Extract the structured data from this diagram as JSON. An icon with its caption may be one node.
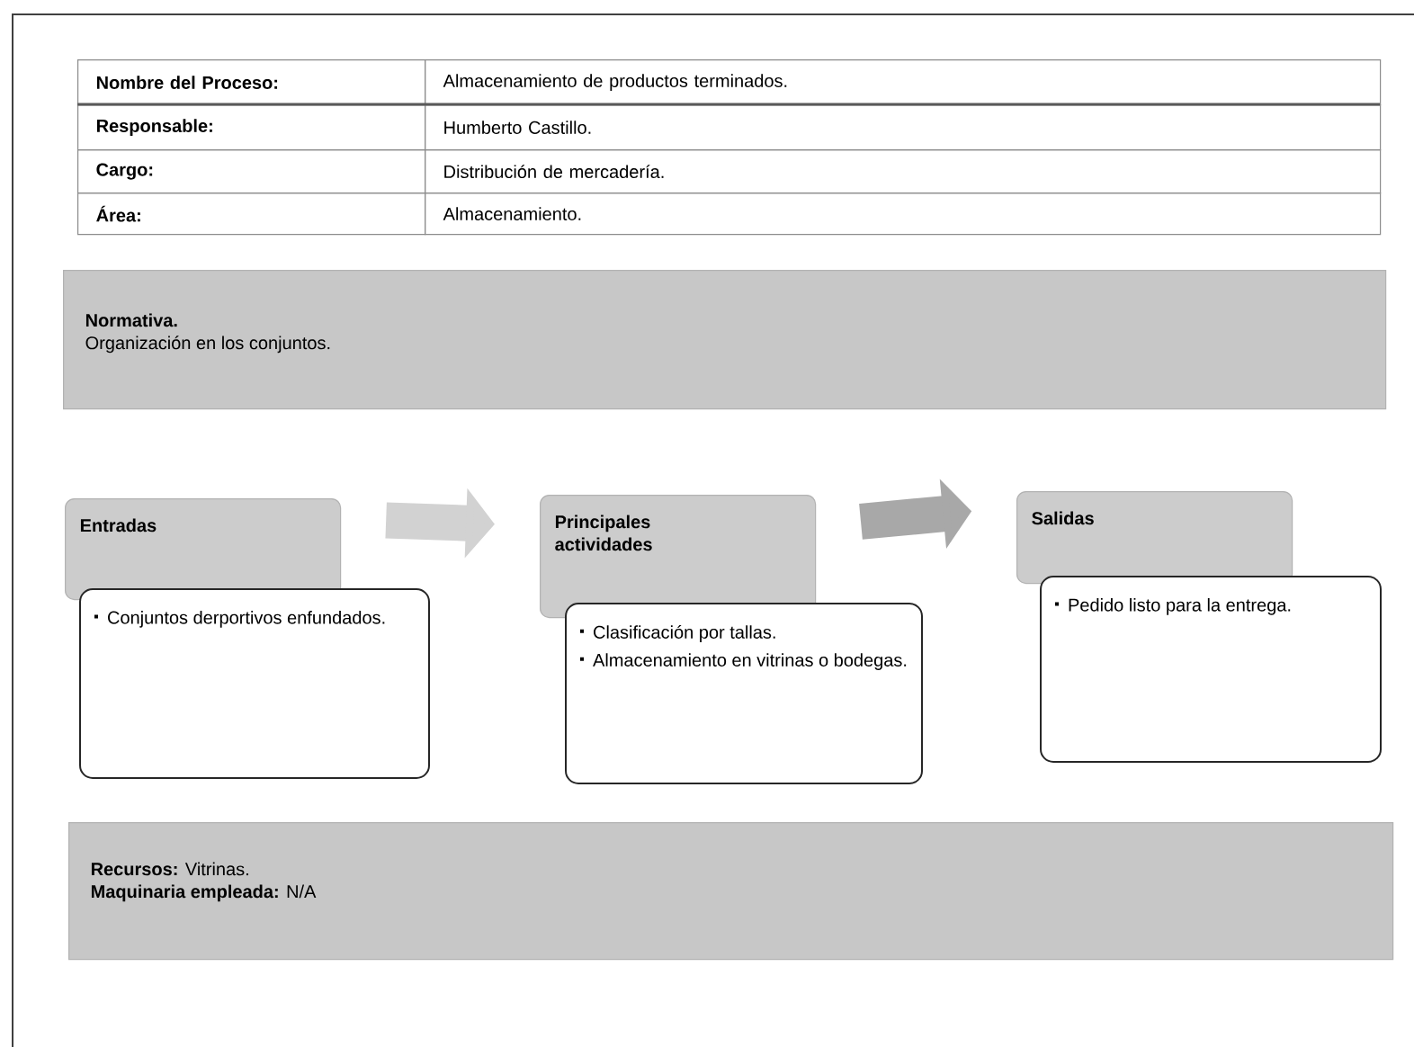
{
  "diagram": {
    "nodes": [
      {
        "text": [
          "Normativa.",
          "Organización en los conjuntos."
        ]
      },
      {
        "text": [
          "Entradas"
        ]
      },
      {
        "text": [
          "Conjuntos derportivos enfundados."
        ]
      },
      {
        "text": [
          "Principales actividades"
        ]
      },
      {
        "text": [
          "Clasificación por tallas.",
          "Almacenamiento en vitrinas o bodegas."
        ]
      },
      {
        "text": [
          "Salidas"
        ]
      },
      {
        "text": [
          "Pedido listo para la entrega."
        ]
      },
      {
        "text": [
          "**Recursos:** Vitrinas.",
          "**Maquinaria empleada:** N/A"
        ]
      }
    ],
    "edges": [
      {
        "from": 1,
        "to": 3,
        "arrow": "to",
        "color": "#d2d2d2"
      },
      {
        "from": 3,
        "to": 5,
        "arrow": "to",
        "color": "#a8a8a8"
      }
    ],
    "labels": [
      "Nombre del Proceso:",
      "Almacenamiento de productos terminados.",
      "Responsable:",
      "Humberto Castillo.",
      "Cargo:",
      "Distribución de mercadería.",
      "Área:",
      "Almacenamiento."
    ]
  }
}
